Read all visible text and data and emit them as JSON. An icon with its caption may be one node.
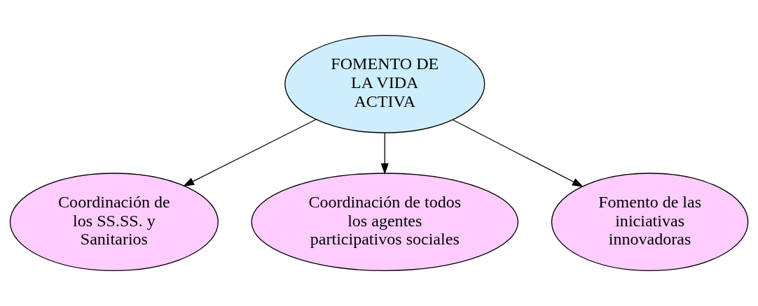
{
  "diagram": {
    "nodes": [
      {
        "text": [
          "FOMENTO DE LA VIDA ACTIVA"
        ]
      },
      {
        "text": [
          "Coordinación de los SS.SS. y Sanitarios"
        ]
      },
      {
        "text": [
          "Coordinación de todos los agentes participativos sociales"
        ]
      },
      {
        "text": [
          "Fomento de las iniciativas innovadoras"
        ]
      }
    ],
    "edges": [
      {
        "from": 0,
        "to": 1,
        "arrow": "to"
      },
      {
        "from": 0,
        "to": 2,
        "arrow": "to"
      },
      {
        "from": 0,
        "to": 3,
        "arrow": "to"
      }
    ]
  }
}
